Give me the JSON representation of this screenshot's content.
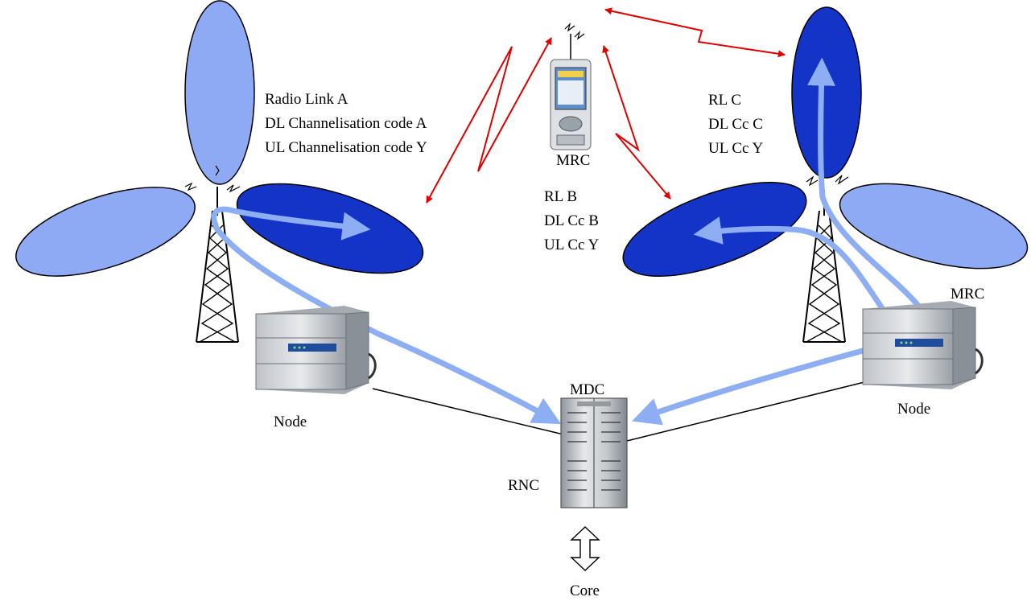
{
  "labels": {
    "radio_link_a": [
      "Radio Link A",
      "DL Channelisation code A",
      "UL Channelisation code Y"
    ],
    "rl_b": [
      "RL B",
      "DL Cc B",
      "UL Cc Y"
    ],
    "rl_c": [
      "RL C",
      "DL Cc C",
      "UL Cc Y"
    ],
    "mrc_mobile": "MRC",
    "mrc_node": "MRC",
    "node_left": "Node",
    "node_right": "Node",
    "mdc": "MDC",
    "rnc": "RNC",
    "core": "Core"
  },
  "colors": {
    "light_lobe": "#8EAAF4",
    "dark_lobe": "#1434C8",
    "flow_arrow": "#8EAEF4",
    "radio_link": "#E00000"
  },
  "icons": [
    "antenna-tower-icon",
    "node-b-rack-icon",
    "rnc-cabinet-icon",
    "mobile-terminal-icon",
    "double-arrow-icon"
  ]
}
